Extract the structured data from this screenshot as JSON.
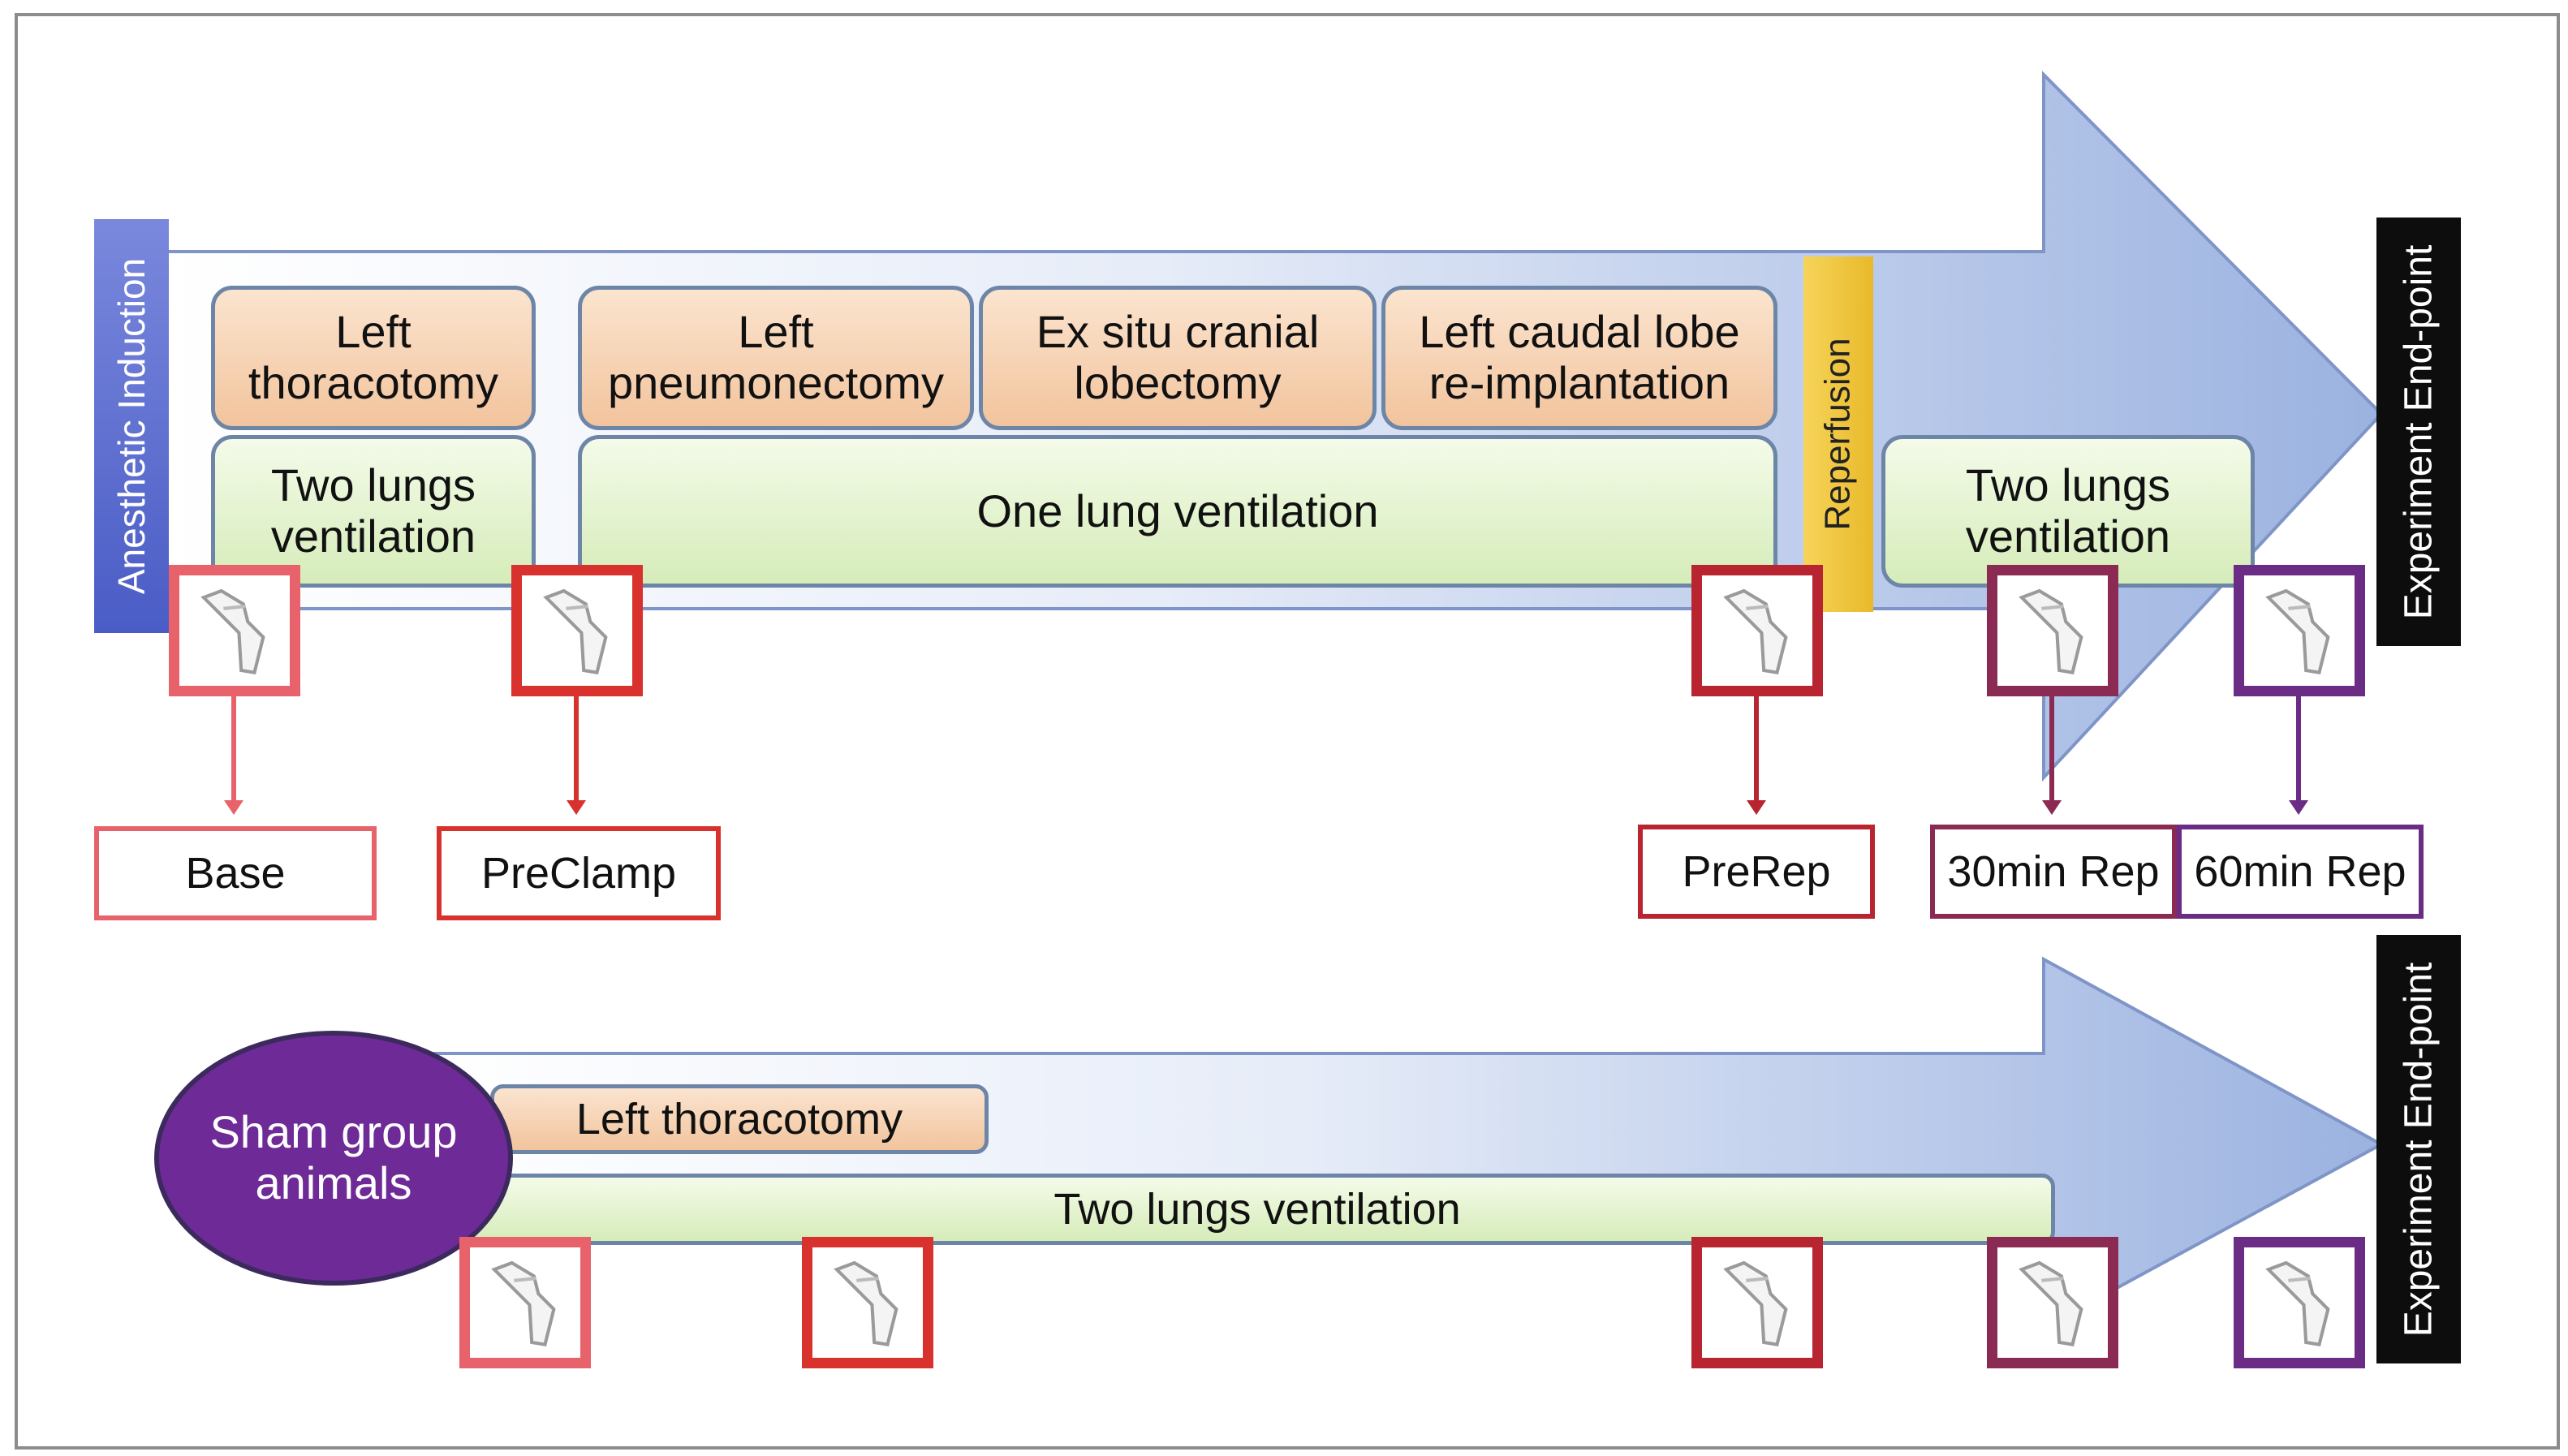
{
  "colors": {
    "base": "#e8626b",
    "preclamp": "#d8312e",
    "prerep": "#b82430",
    "rep30": "#8b2a52",
    "rep60": "#6b2c86",
    "reperfusion": "#f0c435",
    "induction": "#5b6fd0",
    "endpoint": "#0d0d0d",
    "sham": "#6e2a96"
  },
  "icons": {
    "sample": "pipette-tube-icon"
  },
  "main": {
    "induction": "Anesthetic Induction",
    "steps": [
      "Left\nthoracotomy",
      "Left\npneumonectomy",
      "Ex situ cranial\nlobectomy",
      "Left caudal lobe\nre-implantation"
    ],
    "ventilation": [
      "Two lungs\nventilation",
      "One lung ventilation",
      "Two lungs\nventilation"
    ],
    "reperfusion": "Reperfusion",
    "endpoint": "Experiment End-point"
  },
  "timepoints": [
    "Base",
    "PreClamp",
    "PreRep",
    "30min Rep",
    "60min Rep"
  ],
  "sham": {
    "group": "Sham group\nanimals",
    "step": "Left thoracotomy",
    "ventilation": "Two lungs ventilation",
    "endpoint": "Experiment End-point"
  }
}
